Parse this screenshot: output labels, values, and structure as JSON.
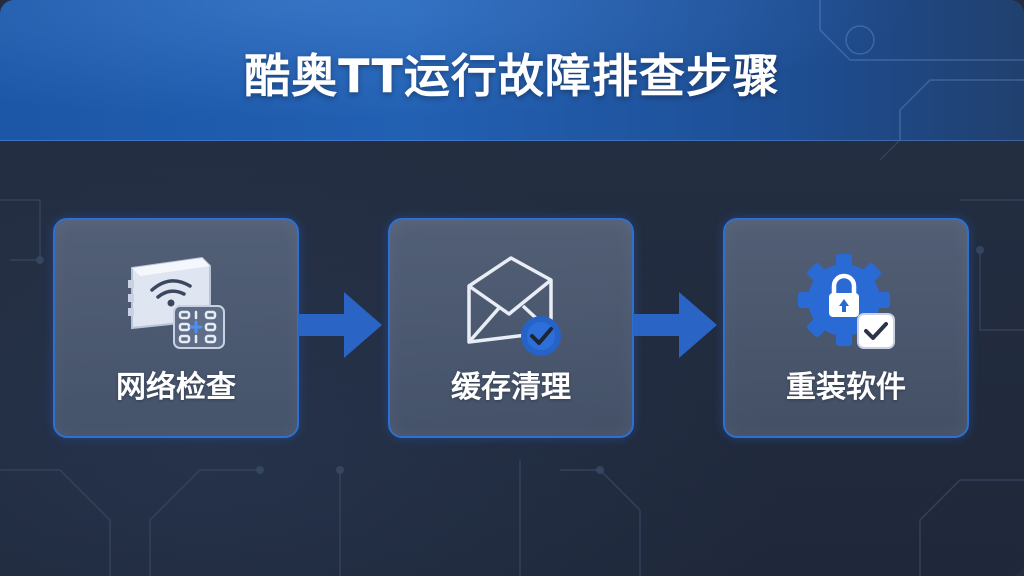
{
  "title": "酷奥TT运行故障排查步骤",
  "steps": [
    {
      "label": "网络检查",
      "icon": "wifi-network-icon"
    },
    {
      "label": "缓存清理",
      "icon": "envelope-check-icon"
    },
    {
      "label": "重装软件",
      "icon": "gear-lock-check-icon"
    }
  ],
  "colors": {
    "header": "#2260b3",
    "background": "#232d3f",
    "accent": "#2f6fd0",
    "text": "#ffffff"
  }
}
